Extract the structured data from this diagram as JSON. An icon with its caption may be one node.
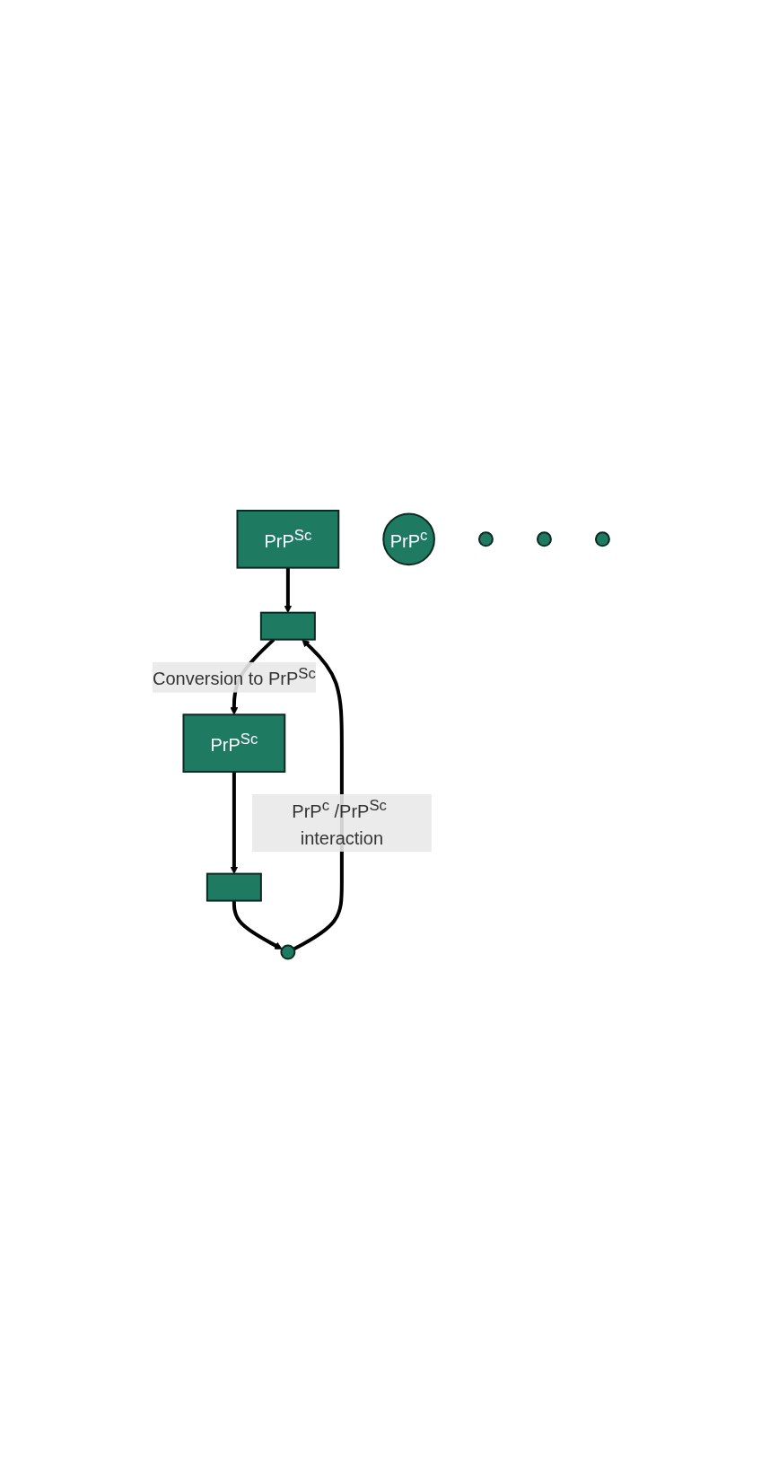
{
  "diagram": {
    "nodes": [
      {
        "text": [
          "PrP$^{Sc}$"
        ]
      },
      {
        "text": [
          "PrP$^{c}$"
        ]
      },
      {
        "text": [],
        "shape": "circle"
      },
      {
        "text": [],
        "shape": "circle"
      },
      {
        "text": [],
        "shape": "circle"
      },
      {
        "text": [],
        "shape": "circle"
      },
      {
        "text": [],
        "shape": "box"
      },
      {
        "text": [
          "PrP$^{Sc}$"
        ]
      },
      {
        "text": [],
        "shape": "box"
      }
    ],
    "edges": [
      {
        "from": 0,
        "to": 6,
        "arrow": "to"
      },
      {
        "from": 2,
        "to": 6,
        "arrow": "to",
        "label": "PrP$^{c}$ /PrP$^{Sc}$ interaction"
      },
      {
        "from": 6,
        "to": 7,
        "arrow": "to",
        "label": "Conversion to PrP$^{Sc}$"
      },
      {
        "from": 7,
        "to": 8,
        "arrow": "to"
      },
      {
        "from": 8,
        "to": 2,
        "arrow": "to"
      }
    ]
  }
}
